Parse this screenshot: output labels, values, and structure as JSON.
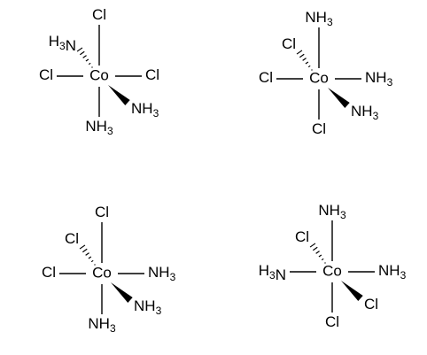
{
  "structures": [
    {
      "id": "complex-1",
      "center": "Co",
      "ligands": {
        "top": "Cl",
        "left": "Cl",
        "right": "Cl",
        "bottom": "NH3",
        "hash": "H3N",
        "wedge": "NH3"
      }
    },
    {
      "id": "complex-2",
      "center": "Co",
      "ligands": {
        "top": "NH3",
        "left": "Cl",
        "right": "NH3",
        "bottom": "Cl",
        "hash": "Cl",
        "wedge": "NH3"
      }
    },
    {
      "id": "complex-3",
      "center": "Co",
      "ligands": {
        "top": "Cl",
        "left": "Cl",
        "right": "NH3",
        "bottom": "NH3",
        "hash": "Cl",
        "wedge": "NH3"
      }
    },
    {
      "id": "complex-4",
      "center": "Co",
      "ligands": {
        "top": "NH3",
        "left": "H3N",
        "right": "NH3",
        "bottom": "Cl",
        "hash": "Cl",
        "wedge": "Cl"
      }
    }
  ]
}
